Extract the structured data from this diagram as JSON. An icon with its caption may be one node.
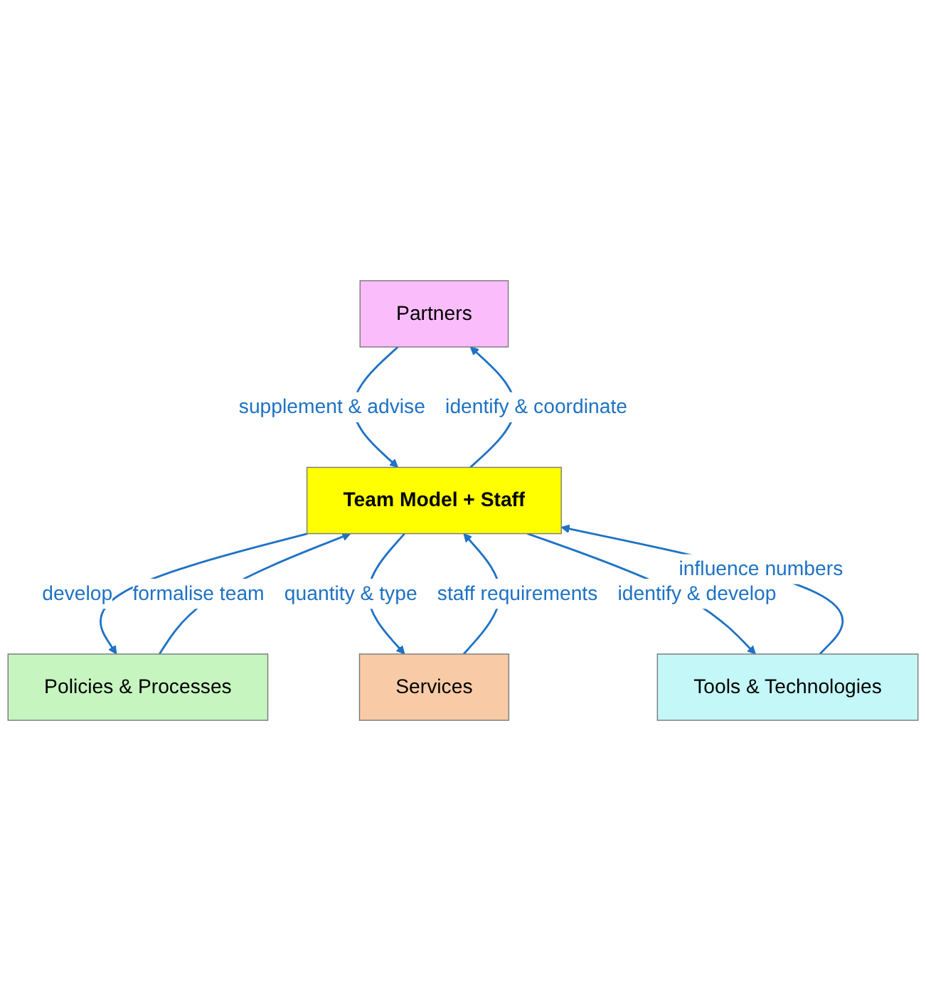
{
  "diagram": {
    "nodes": [
      {
        "text": [
          "Partners"
        ]
      },
      {
        "text": [
          "Team Model + Staff"
        ]
      },
      {
        "text": [
          "Policies & Processes"
        ]
      },
      {
        "text": [
          "Services"
        ]
      },
      {
        "text": [
          "Tools & Technologies"
        ]
      }
    ],
    "edges": [
      {
        "from": 1,
        "to": 0,
        "arrow": "to",
        "label": "identify & coordinate"
      },
      {
        "from": 0,
        "to": 1,
        "arrow": "to",
        "label": "supplement & advise"
      },
      {
        "from": 1,
        "to": 2,
        "arrow": "to",
        "label": "develop"
      },
      {
        "from": 2,
        "to": 1,
        "arrow": "to",
        "label": "formalise team"
      },
      {
        "from": 1,
        "to": 3,
        "arrow": "to",
        "label": "quantity & type"
      },
      {
        "from": 3,
        "to": 1,
        "arrow": "to",
        "label": "staff requirements"
      },
      {
        "from": 1,
        "to": 4,
        "arrow": "to",
        "label": "identify & develop"
      },
      {
        "from": 4,
        "to": 1,
        "arrow": "to",
        "label": "influence numbers"
      }
    ]
  }
}
